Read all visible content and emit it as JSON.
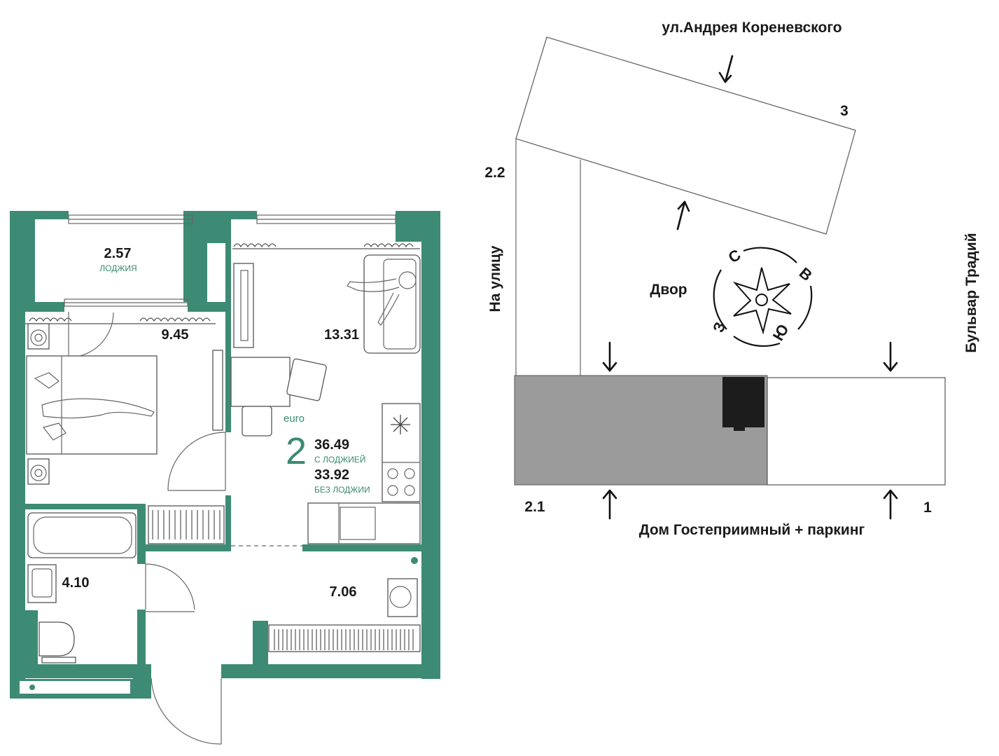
{
  "colors": {
    "wall": "#3d8b74",
    "accent_text": "#3a8a73",
    "parking_block": "#9b9b9b",
    "house_block": "#1c1c1c"
  },
  "floorplan": {
    "apartment_type_label": "euro",
    "room_count": "2",
    "area_with_loggia": "36.49",
    "with_loggia_caption": "С ЛОДЖИЕЙ",
    "area_without_loggia": "33.92",
    "without_loggia_caption": "БЕЗ ЛОДЖИИ",
    "rooms": {
      "loggia": {
        "area": "2.57",
        "caption": "ЛОДЖИЯ"
      },
      "bedroom": {
        "area": "9.45"
      },
      "living_kitchen": {
        "area": "13.31"
      },
      "bathroom": {
        "area": "4.10"
      },
      "hallway": {
        "area": "7.06"
      }
    }
  },
  "site_plan": {
    "street_top": "ул.Андрея Кореневского",
    "street_left": "На улицу",
    "street_right": "Бульвар Традий",
    "courtyard": "Двор",
    "house_bottom": "Дом Гостеприимный + паркинг",
    "building_labels": {
      "b3": "3",
      "b2_2": "2.2",
      "b2_1": "2.1",
      "b1": "1"
    },
    "compass": {
      "north": "С",
      "east": "В",
      "south": "Ю",
      "west": "З"
    }
  }
}
